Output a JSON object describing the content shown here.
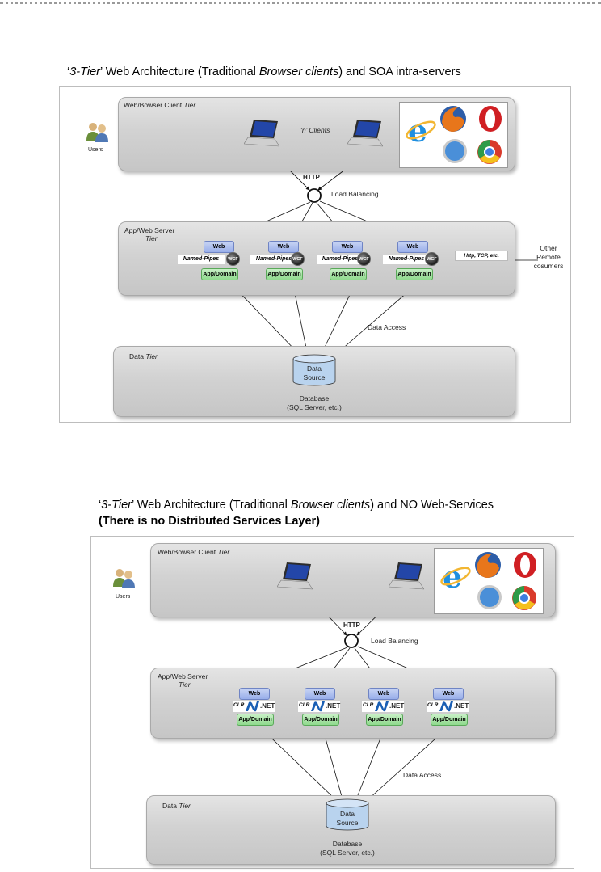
{
  "diagram1": {
    "title_pre": "‘",
    "title_em1": "3-Tier",
    "title_mid1": "’ Web Architecture (Traditional ",
    "title_em2": "Browser clients",
    "title_post": ") and SOA intra-servers",
    "client_tier": {
      "label_pre": "Web/Bowser Client ",
      "label_em": "Tier"
    },
    "users_label": "Users",
    "clients_label": "‘n’ Clients",
    "http_label": "HTTP",
    "load_balancing": "Load Balancing",
    "app_tier": {
      "label_line1": "App/Web Server",
      "label_em": "Tier"
    },
    "nodes": [
      {
        "web": "Web",
        "pipes": "Named-Pipes",
        "wcf": "WCF",
        "app": "App/Domain"
      },
      {
        "web": "Web",
        "pipes": "Named-Pipes",
        "wcf": "WCF",
        "app": "App/Domain"
      },
      {
        "web": "Web",
        "pipes": "Named-Pipes",
        "wcf": "WCF",
        "app": "App/Domain"
      },
      {
        "web": "Web",
        "pipes": "Named-Pipes",
        "wcf": "WCF",
        "app": "App/Domain"
      }
    ],
    "protocols": "Http, TCP, etc.",
    "other_consumers": [
      "Other",
      "Remote",
      "cosumers"
    ],
    "data_access": "Data Access",
    "data_tier": {
      "label_pre": "Data ",
      "label_em": "Tier"
    },
    "data_source": [
      "Data",
      "Source"
    ],
    "database": [
      "Database",
      "(SQL Server, etc.)"
    ]
  },
  "diagram2": {
    "title_pre": "‘",
    "title_em1": "3-Tier",
    "title_mid1": "’ Web Architecture (Traditional ",
    "title_em2": "Browser clients",
    "title_post": ") and NO Web-Services",
    "subtitle": "(There is no Distributed Services Layer)",
    "client_tier": {
      "label_pre": "Web/Bowser Client ",
      "label_em": "Tier"
    },
    "users_label": "Users",
    "http_label": "HTTP",
    "load_balancing": "Load Balancing",
    "app_tier": {
      "label_line1": "App/Web Server",
      "label_em": "Tier"
    },
    "nodes": [
      {
        "web": "Web",
        "clr": "CLR",
        "net": ".NET",
        "app": "App/Domain"
      },
      {
        "web": "Web",
        "clr": "CLR",
        "net": ".NET",
        "app": "App/Domain"
      },
      {
        "web": "Web",
        "clr": "CLR",
        "net": ".NET",
        "app": "App/Domain"
      },
      {
        "web": "Web",
        "clr": "CLR",
        "net": ".NET",
        "app": "App/Domain"
      }
    ],
    "data_access": "Data Access",
    "data_tier": {
      "label_pre": "Data ",
      "label_em": "Tier"
    },
    "data_source": [
      "Data",
      "Source"
    ],
    "database": [
      "Database",
      "(SQL Server, etc.)"
    ]
  },
  "colors": {
    "tier_fill": "#d2d2d2",
    "web_box": "#a8bcef",
    "app_box": "#9fdd9d",
    "data_source": "#b9d3ee"
  },
  "icons": [
    "users-icon",
    "laptop-icon",
    "internet-explorer-icon",
    "firefox-icon",
    "opera-icon",
    "safari-icon",
    "chrome-icon",
    "wcf-icon",
    "dotnet-logo-icon",
    "database-cylinder-icon"
  ]
}
